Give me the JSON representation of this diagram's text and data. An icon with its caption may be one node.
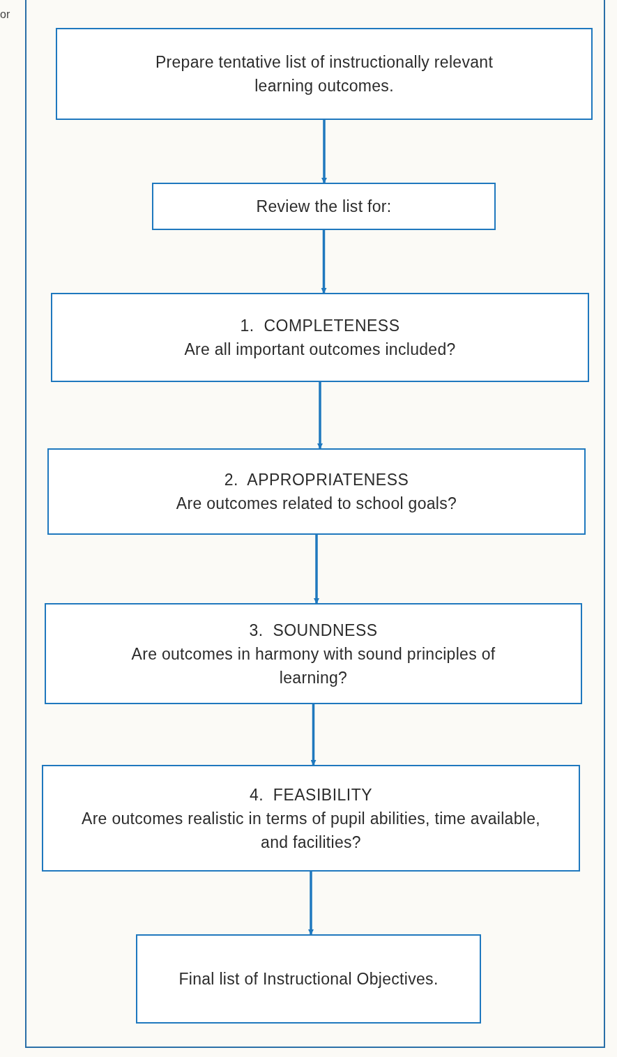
{
  "diagram": {
    "nodes": [
      {
        "text": [
          "Prepare tentative list of instructionally relevant learning outcomes."
        ]
      },
      {
        "text": [
          "Review the list for:"
        ]
      },
      {
        "text": [
          "1.  COMPLETENESS",
          "Are all important outcomes included?"
        ]
      },
      {
        "text": [
          "2.  APPROPRIATENESS",
          "Are outcomes related to school goals?"
        ]
      },
      {
        "text": [
          "3.  SOUNDNESS",
          "Are outcomes in harmony with sound principles of learning?"
        ]
      },
      {
        "text": [
          "4.  FEASIBILITY",
          "Are outcomes realistic in terms of pupil abilities, time available, and facilities?"
        ]
      },
      {
        "text": [
          "Final list of Instructional Objectives."
        ]
      }
    ],
    "edges": [
      {
        "from": 0,
        "to": 1,
        "arrow": "to"
      },
      {
        "from": 1,
        "to": 2,
        "arrow": "to"
      },
      {
        "from": 2,
        "to": 3,
        "arrow": "to"
      },
      {
        "from": 3,
        "to": 4,
        "arrow": "to"
      },
      {
        "from": 4,
        "to": 5,
        "arrow": "to"
      },
      {
        "from": 5,
        "to": 6,
        "arrow": "to"
      }
    ],
    "labels": [
      "or"
    ]
  }
}
